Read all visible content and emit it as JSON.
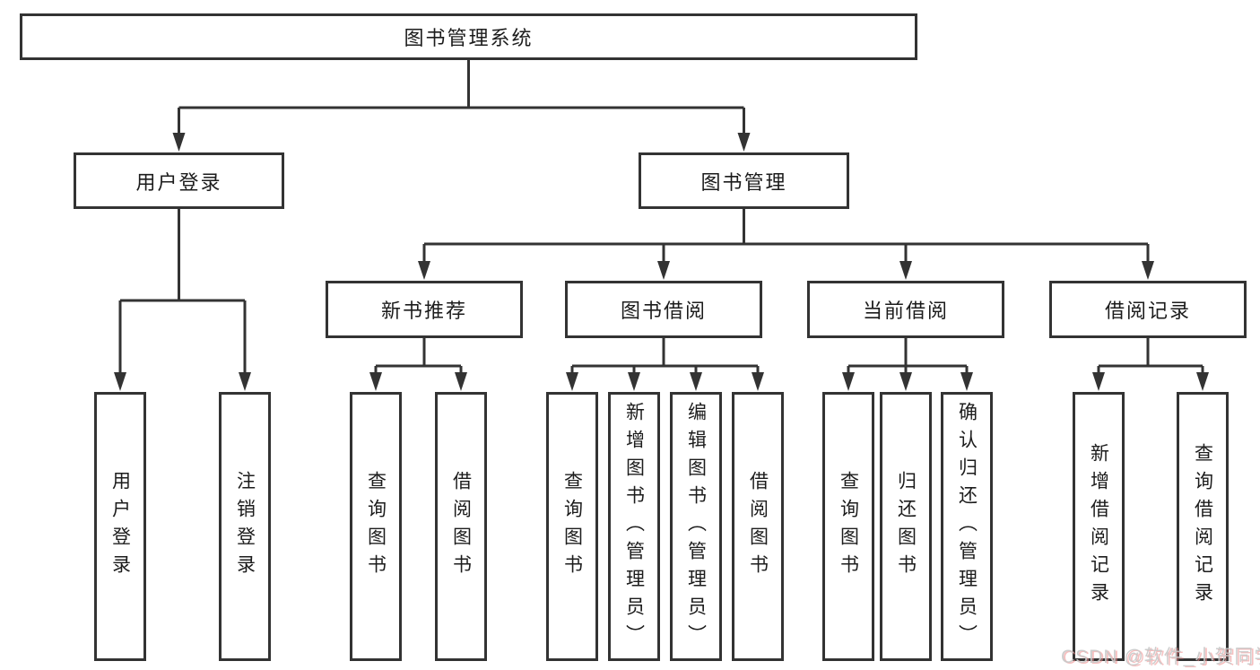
{
  "diagram": {
    "root": "图书管理系统",
    "level2": [
      "用户登录",
      "图书管理"
    ],
    "level3": [
      "新书推荐",
      "图书借阅",
      "当前借阅",
      "借阅记录"
    ],
    "leaves": {
      "user_login": [
        "用户登录",
        "注销登录"
      ],
      "new_books": [
        "查询图书",
        "借阅图书"
      ],
      "borrowing": [
        "查询图书",
        "新增图书（管理员）",
        "编辑图书（管理员）",
        "借阅图书"
      ],
      "current": [
        "查询图书",
        "归还图书",
        "确认归还（管理员）"
      ],
      "records": [
        "新增借阅记录",
        "查询借阅记录"
      ]
    }
  },
  "watermark": "CSDN @软件_小贺同学",
  "colors": {
    "line": "#333333",
    "text": "#1c1c1c",
    "background": "#ffffff",
    "watermark": "#c9c9c9"
  }
}
